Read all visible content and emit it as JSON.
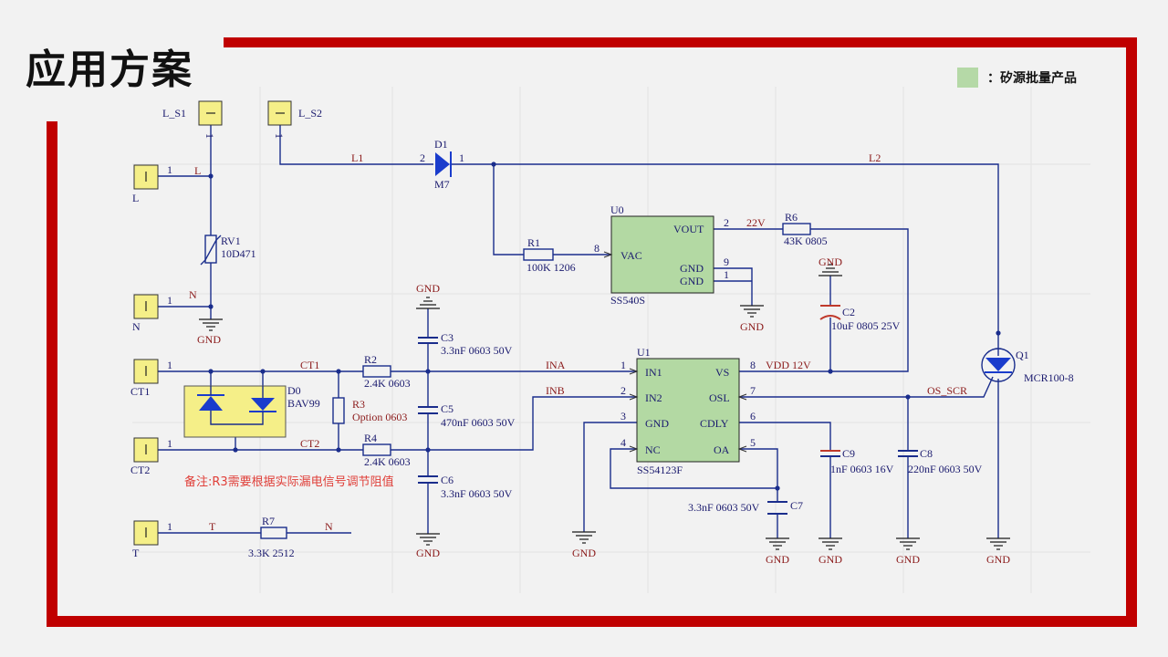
{
  "page": {
    "title": "应用方案"
  },
  "legend": {
    "label": "：矽源批量产品",
    "color": "#b5d9a7"
  },
  "frame": {
    "color": "#c00000"
  },
  "note": "备注:R3需要根据实际漏电信号调节阻值",
  "connectors": {
    "L_S1": {
      "name": "L_S1",
      "pin": "1"
    },
    "L_S2": {
      "name": "L_S2",
      "pin": "1"
    },
    "L": {
      "name": "L",
      "pin": "1"
    },
    "N": {
      "name": "N",
      "pin": "1"
    },
    "CT1": {
      "name": "CT1",
      "pin": "1"
    },
    "CT2": {
      "name": "CT2",
      "pin": "1"
    },
    "T": {
      "name": "T",
      "pin": "1"
    }
  },
  "nets": {
    "L": "L",
    "N": "N",
    "L1": "L1",
    "L2": "L2",
    "CT1": "CT1",
    "CT2": "CT2",
    "INA": "INA",
    "INB": "INB",
    "T": "T",
    "N2": "N",
    "V22": "22V",
    "VDD": "VDD  12V",
    "OS_SCR": "OS_SCR",
    "gnd": "GND"
  },
  "components": {
    "RV1": {
      "ref": "RV1",
      "value": "10D471"
    },
    "D1": {
      "ref": "D1",
      "value": "M7",
      "pin_a": "2",
      "pin_k": "1"
    },
    "R1": {
      "ref": "R1",
      "value": "100K 1206"
    },
    "R2": {
      "ref": "R2",
      "value": "2.4K 0603"
    },
    "R3": {
      "ref": "R3",
      "value": "Option 0603"
    },
    "R4": {
      "ref": "R4",
      "value": "2.4K 0603"
    },
    "R6": {
      "ref": "R6",
      "value": "43K 0805"
    },
    "R7": {
      "ref": "R7",
      "value": "3.3K 2512"
    },
    "C2": {
      "ref": "C2",
      "value": "10uF 0805 25V"
    },
    "C3": {
      "ref": "C3",
      "value": "3.3nF 0603 50V"
    },
    "C5": {
      "ref": "C5",
      "value": "470nF 0603 50V"
    },
    "C6": {
      "ref": "C6",
      "value": "3.3nF 0603 50V"
    },
    "C7": {
      "ref": "C7",
      "value": "3.3nF 0603 50V"
    },
    "C8": {
      "ref": "C8",
      "value": "220nF 0603 50V"
    },
    "C9": {
      "ref": "C9",
      "value": "1nF 0603 16V"
    },
    "D0": {
      "ref": "D0",
      "value": "BAV99"
    },
    "Q1": {
      "ref": "Q1",
      "value": "MCR100-8"
    },
    "U0": {
      "ref": "U0",
      "part": "SS540S",
      "pins": {
        "VOUT": "VOUT",
        "VAC": "VAC",
        "GND1": "GND",
        "GND2": "GND"
      },
      "numbers": {
        "VOUT": "2",
        "VAC": "8",
        "GND1": "9",
        "GND2": "1"
      }
    },
    "U1": {
      "ref": "U1",
      "part": "SS54123F",
      "pins": {
        "IN1": "IN1",
        "IN2": "IN2",
        "GND": "GND",
        "NC": "NC",
        "VS": "VS",
        "OSL": "OSL",
        "CDLY": "CDLY",
        "OA": "OA"
      },
      "numbers": {
        "IN1": "1",
        "IN2": "2",
        "GND": "3",
        "NC": "4",
        "VS": "8",
        "OSL": "7",
        "CDLY": "6",
        "OA": "5"
      }
    }
  }
}
